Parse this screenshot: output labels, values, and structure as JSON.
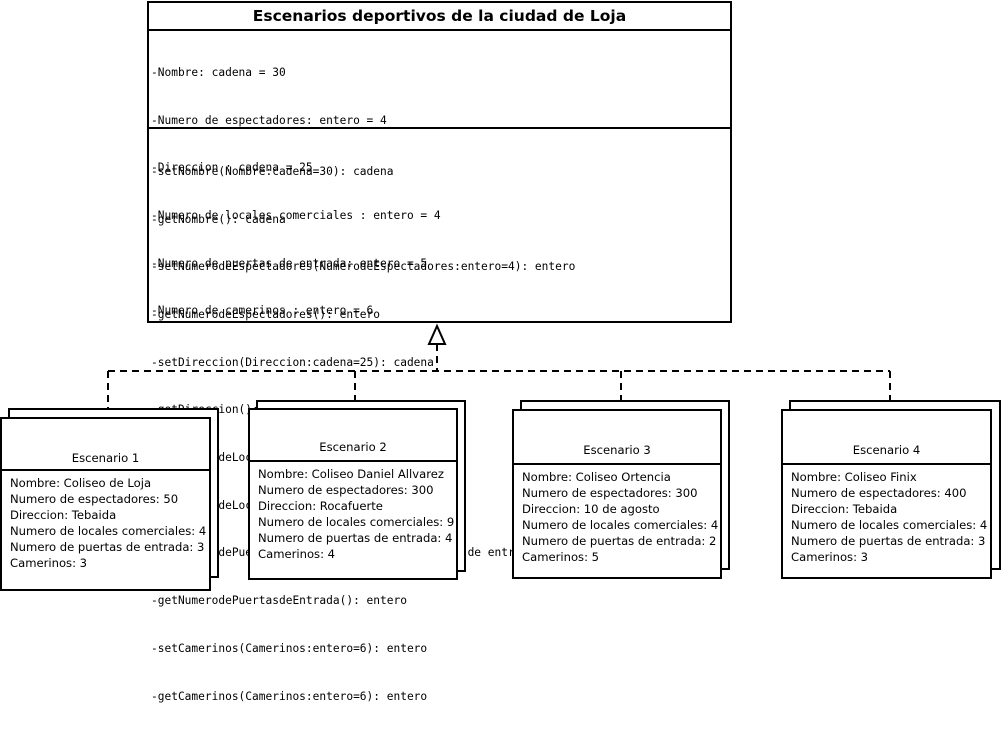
{
  "class": {
    "title": "Escenarios deportivos de la ciudad de Loja",
    "attributes": [
      "-Nombre: cadena = 30",
      "-Numero de espectadores: entero = 4",
      "-Direccion : cadena = 25",
      "-Numero de locales comerciales : entero = 4",
      "-Numero de puertas de entrada: entero = 5",
      "-Numero de camerinos : entero = 6"
    ],
    "methods": [
      "-setNombre(Nombre:cadena=30): cadena",
      "-getNombre(): cadena",
      "-setNumerodeEspectadores(NumerodeEspectadores:entero=4): entero",
      "-getNumerodeEspectadores(): entero",
      "-setDireccion(Direccion:cadena=25): cadena",
      "-getDireccion(): cadena",
      "-setNumerodeLocalesComerciales(): entero",
      "-getNumerodeLocalesComerciales(): entero",
      "-setNumerodePuertasdeEntrada(Numero de puertas de entrada:entero=5): entero",
      "-getNumerodePuertasdeEntrada(): entero",
      "-setCamerinos(Camerinos:entero=6): entero",
      "-getCamerinos(Camerinos:entero=6): entero"
    ]
  },
  "instances": [
    {
      "title": "Escenario 1",
      "fields": [
        "Nombre: Coliseo de Loja",
        "Numero de espectadores: 50",
        "Direccion: Tebaida",
        "Numero de locales comerciales: 4",
        "Numero de puertas de entrada: 3",
        "Camerinos: 3"
      ]
    },
    {
      "title": "Escenario 2",
      "fields": [
        "Nombre: Coliseo Daniel Allvarez",
        "Numero de espectadores: 300",
        "Direccion: Rocafuerte",
        "Numero de locales comerciales: 9",
        "Numero de puertas de entrada: 4",
        "Camerinos: 4"
      ]
    },
    {
      "title": "Escenario 3",
      "fields": [
        "Nombre: Coliseo Ortencia",
        "Numero de espectadores: 300",
        "Direccion: 10 de agosto",
        "Numero de locales comerciales: 4",
        "Numero de puertas de entrada: 2",
        "Camerinos: 5"
      ]
    },
    {
      "title": "Escenario 4",
      "fields": [
        "Nombre: Coliseo Finix",
        "Numero de espectadores: 400",
        "Direccion: Tebaida",
        "Numero de locales comerciales: 4",
        "Numero de puertas de entrada: 3",
        "Camerinos: 3"
      ]
    }
  ]
}
